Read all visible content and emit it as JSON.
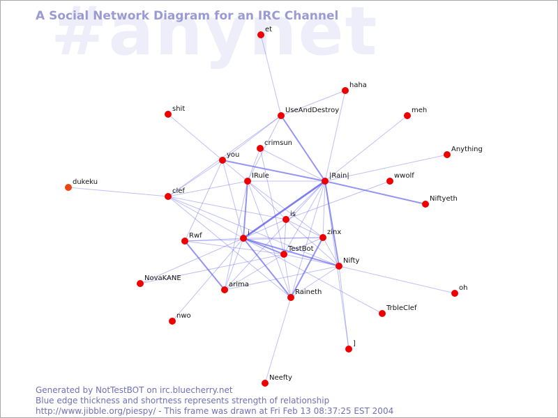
{
  "header": {
    "title": "A Social Network Diagram for an IRC Channel",
    "channel_watermark": "#anynet"
  },
  "footer": {
    "line1": "Generated by NotTestBOT on irc.bluecherry.net",
    "line2": "Blue edge thickness and shortness represents strength of relationship",
    "line3": "http://www.jibble.org/piespy/ - This frame was drawn at Fri Feb 13 08:37:25 EST 2004"
  },
  "colors": {
    "node": "#ee0000",
    "node_faded": "#ee4411",
    "edge": "#6666ee"
  },
  "network": {
    "nodes": [
      {
        "id": "et",
        "label": "et"
      },
      {
        "id": "haha",
        "label": "haha"
      },
      {
        "id": "useanddestroy",
        "label": "UseAndDestroy"
      },
      {
        "id": "meh",
        "label": "meh"
      },
      {
        "id": "shit",
        "label": "shit"
      },
      {
        "id": "crimsun",
        "label": "crimsun"
      },
      {
        "id": "anything",
        "label": "Anything"
      },
      {
        "id": "you",
        "label": "you"
      },
      {
        "id": "irule",
        "label": "IRule"
      },
      {
        "id": "irain",
        "label": "|Rain|"
      },
      {
        "id": "wwolf",
        "label": "wwolf"
      },
      {
        "id": "dukeku",
        "label": "dukeku"
      },
      {
        "id": "clef",
        "label": "clef"
      },
      {
        "id": "niftyeth",
        "label": "Niftyeth"
      },
      {
        "id": "is",
        "label": "is"
      },
      {
        "id": "rwf",
        "label": "Rwf"
      },
      {
        "id": "i",
        "label": "i"
      },
      {
        "id": "zinx",
        "label": "zinx"
      },
      {
        "id": "testbot",
        "label": "TestBot"
      },
      {
        "id": "nifty",
        "label": "Nifty"
      },
      {
        "id": "novakane",
        "label": "NovaKANE"
      },
      {
        "id": "arima",
        "label": "arima"
      },
      {
        "id": "oh",
        "label": "oh"
      },
      {
        "id": "raineth",
        "label": "Raineth"
      },
      {
        "id": "trbleclef",
        "label": "TrbleClef"
      },
      {
        "id": "nwo",
        "label": "nwo"
      },
      {
        "id": "bracket",
        "label": "]"
      },
      {
        "id": "neefty",
        "label": "Neefty"
      }
    ],
    "edges": [
      {
        "a": "et",
        "b": "useanddestroy",
        "w": 1
      },
      {
        "a": "useanddestroy",
        "b": "irain",
        "w": 2
      },
      {
        "a": "useanddestroy",
        "b": "you",
        "w": 1
      },
      {
        "a": "useanddestroy",
        "b": "irule",
        "w": 1
      },
      {
        "a": "useanddestroy",
        "b": "haha",
        "w": 1
      },
      {
        "a": "useanddestroy",
        "b": "clef",
        "w": 1
      },
      {
        "a": "haha",
        "b": "irain",
        "w": 1
      },
      {
        "a": "meh",
        "b": "irain",
        "w": 1
      },
      {
        "a": "anything",
        "b": "irain",
        "w": 1
      },
      {
        "a": "irain",
        "b": "niftyeth",
        "w": 2
      },
      {
        "a": "irain",
        "b": "you",
        "w": 2
      },
      {
        "a": "irain",
        "b": "i",
        "w": 3
      },
      {
        "a": "irain",
        "b": "zinx",
        "w": 1
      },
      {
        "a": "irain",
        "b": "nifty",
        "w": 2
      },
      {
        "a": "irain",
        "b": "is",
        "w": 1
      },
      {
        "a": "irain",
        "b": "testbot",
        "w": 1
      },
      {
        "a": "irain",
        "b": "irule",
        "w": 1
      },
      {
        "a": "irain",
        "b": "raineth",
        "w": 1
      },
      {
        "a": "irain",
        "b": "arima",
        "w": 1
      },
      {
        "a": "irain",
        "b": "crimsun",
        "w": 1
      },
      {
        "a": "irain",
        "b": "bracket",
        "w": 1
      },
      {
        "a": "shit",
        "b": "you",
        "w": 1
      },
      {
        "a": "you",
        "b": "irule",
        "w": 1
      },
      {
        "a": "you",
        "b": "clef",
        "w": 1
      },
      {
        "a": "you",
        "b": "i",
        "w": 1
      },
      {
        "a": "you",
        "b": "rwf",
        "w": 1
      },
      {
        "a": "crimsun",
        "b": "irule",
        "w": 1
      },
      {
        "a": "crimsun",
        "b": "testbot",
        "w": 1
      },
      {
        "a": "dukeku",
        "b": "clef",
        "w": 1
      },
      {
        "a": "clef",
        "b": "irule",
        "w": 1
      },
      {
        "a": "clef",
        "b": "i",
        "w": 1
      },
      {
        "a": "clef",
        "b": "is",
        "w": 1
      },
      {
        "a": "clef",
        "b": "nifty",
        "w": 1
      },
      {
        "a": "clef",
        "b": "raineth",
        "w": 1
      },
      {
        "a": "wwolf",
        "b": "is",
        "w": 1
      },
      {
        "a": "irule",
        "b": "i",
        "w": 2
      },
      {
        "a": "irule",
        "b": "is",
        "w": 1
      },
      {
        "a": "irule",
        "b": "zinx",
        "w": 1
      },
      {
        "a": "irule",
        "b": "raineth",
        "w": 1
      },
      {
        "a": "irule",
        "b": "arima",
        "w": 1
      },
      {
        "a": "is",
        "b": "i",
        "w": 1
      },
      {
        "a": "is",
        "b": "zinx",
        "w": 1
      },
      {
        "a": "is",
        "b": "testbot",
        "w": 1
      },
      {
        "a": "is",
        "b": "nifty",
        "w": 1
      },
      {
        "a": "rwf",
        "b": "i",
        "w": 1
      },
      {
        "a": "rwf",
        "b": "arima",
        "w": 2
      },
      {
        "a": "rwf",
        "b": "testbot",
        "w": 1
      },
      {
        "a": "rwf",
        "b": "zinx",
        "w": 1
      },
      {
        "a": "i",
        "b": "zinx",
        "w": 1
      },
      {
        "a": "i",
        "b": "testbot",
        "w": 2
      },
      {
        "a": "i",
        "b": "nifty",
        "w": 2
      },
      {
        "a": "i",
        "b": "raineth",
        "w": 2
      },
      {
        "a": "i",
        "b": "arima",
        "w": 1
      },
      {
        "a": "i",
        "b": "novakane",
        "w": 1
      },
      {
        "a": "i",
        "b": "nwo",
        "w": 1
      },
      {
        "a": "i",
        "b": "trbleclef",
        "w": 1
      },
      {
        "a": "zinx",
        "b": "raineth",
        "w": 2
      },
      {
        "a": "zinx",
        "b": "nifty",
        "w": 1
      },
      {
        "a": "zinx",
        "b": "testbot",
        "w": 1
      },
      {
        "a": "testbot",
        "b": "raineth",
        "w": 1
      },
      {
        "a": "testbot",
        "b": "arima",
        "w": 1
      },
      {
        "a": "testbot",
        "b": "novakane",
        "w": 1
      },
      {
        "a": "testbot",
        "b": "nifty",
        "w": 1
      },
      {
        "a": "nifty",
        "b": "arima",
        "w": 1
      },
      {
        "a": "nifty",
        "b": "raineth",
        "w": 1
      },
      {
        "a": "nifty",
        "b": "oh",
        "w": 1
      },
      {
        "a": "nifty",
        "b": "bracket",
        "w": 1
      },
      {
        "a": "raineth",
        "b": "neefty",
        "w": 1
      }
    ]
  }
}
